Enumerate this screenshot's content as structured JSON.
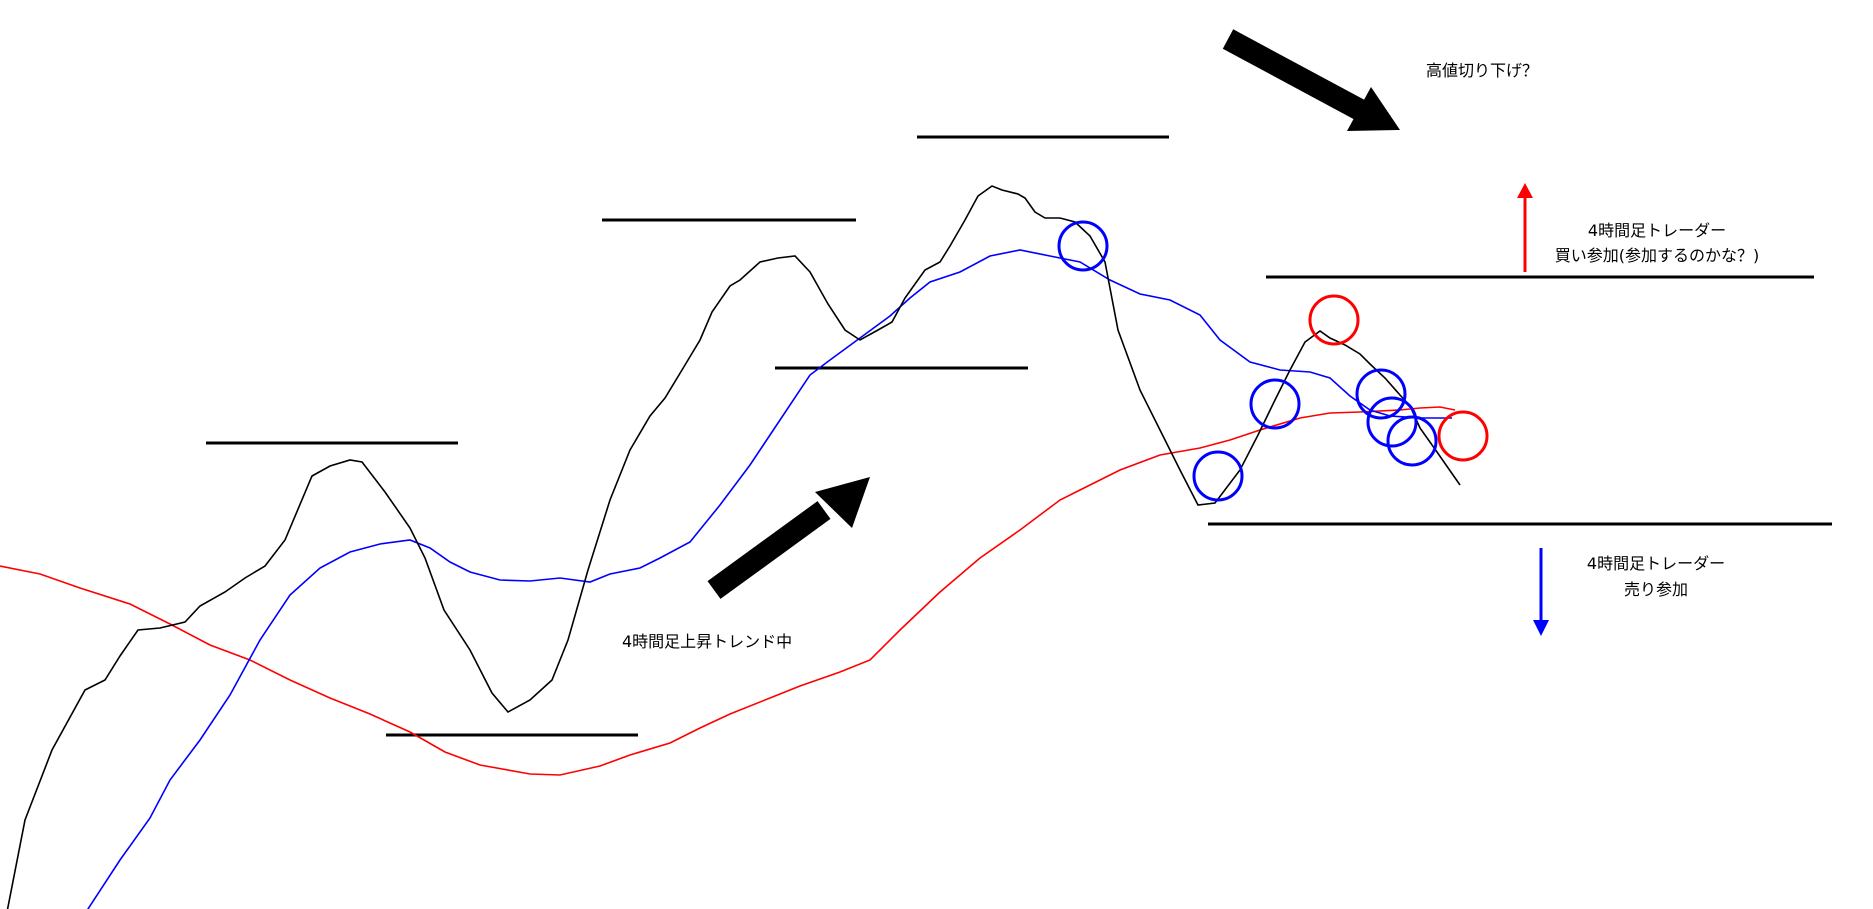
{
  "colors": {
    "price": "#000000",
    "fast_ma": "#0000ff",
    "slow_ma": "#ff0000",
    "level": "#000000",
    "buy": "#ff0000",
    "sell": "#0000ff",
    "background": "#ffffff"
  },
  "annotations": {
    "lower_high": "高値切り下げ？",
    "buy_line1": "4時間足トレーダー",
    "buy_line2": "買い参加(参加するのかな？)",
    "sell_line1": "4時間足トレーダー",
    "sell_line2": "売り参加",
    "uptrend": "4時間足上昇トレンド中"
  },
  "icons": {
    "down_arrow": "down-right-arrow-icon",
    "up_arrow": "up-right-arrow-icon",
    "buy_arrow": "arrow-up-icon",
    "sell_arrow": "arrow-down-icon"
  }
}
